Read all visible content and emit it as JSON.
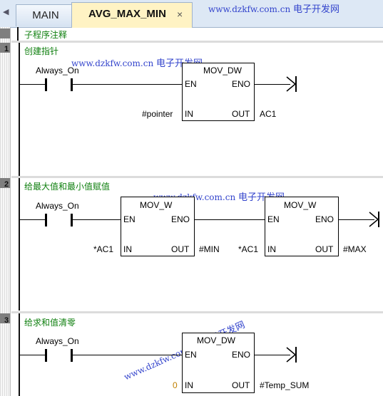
{
  "tabs": [
    {
      "label": "MAIN",
      "active": false
    },
    {
      "label": "AVG_MAX_MIN",
      "active": true
    }
  ],
  "tab_close_glyph": "×",
  "scroll_glyph": "◀",
  "watermark": {
    "url": "www.dzkfw.com.cn",
    "cn": "电子开发网"
  },
  "subroutine_comment": "子程序注释",
  "networks": [
    {
      "number": "1",
      "comment": "创建指针",
      "contact": "Always_On",
      "blocks": [
        {
          "name": "MOV_DW",
          "en": "EN",
          "eno": "ENO",
          "in_pin": "IN",
          "out_pin": "OUT",
          "in_val": "#pointer",
          "out_val": "AC1"
        }
      ]
    },
    {
      "number": "2",
      "comment": "给最大值和最小值赋值",
      "contact": "Always_On",
      "blocks": [
        {
          "name": "MOV_W",
          "en": "EN",
          "eno": "ENO",
          "in_pin": "IN",
          "out_pin": "OUT",
          "in_val": "*AC1",
          "out_val": "#MIN"
        },
        {
          "name": "MOV_W",
          "en": "EN",
          "eno": "ENO",
          "in_pin": "IN",
          "out_pin": "OUT",
          "in_val": "*AC1",
          "out_val": "#MAX"
        }
      ]
    },
    {
      "number": "3",
      "comment": "给求和值清零",
      "contact": "Always_On",
      "blocks": [
        {
          "name": "MOV_DW",
          "en": "EN",
          "eno": "ENO",
          "in_pin": "IN",
          "out_pin": "OUT",
          "in_val": "0",
          "out_val": "#Temp_SUM"
        }
      ]
    }
  ],
  "colors": {
    "comment": "#108010",
    "active_tab": "#fff3c4",
    "watermark": "#3344cc",
    "constant": "#c08000"
  },
  "icons": [
    "scroll-left-icon",
    "close-icon",
    "coil-arrow-icon",
    "contact-icon"
  ]
}
